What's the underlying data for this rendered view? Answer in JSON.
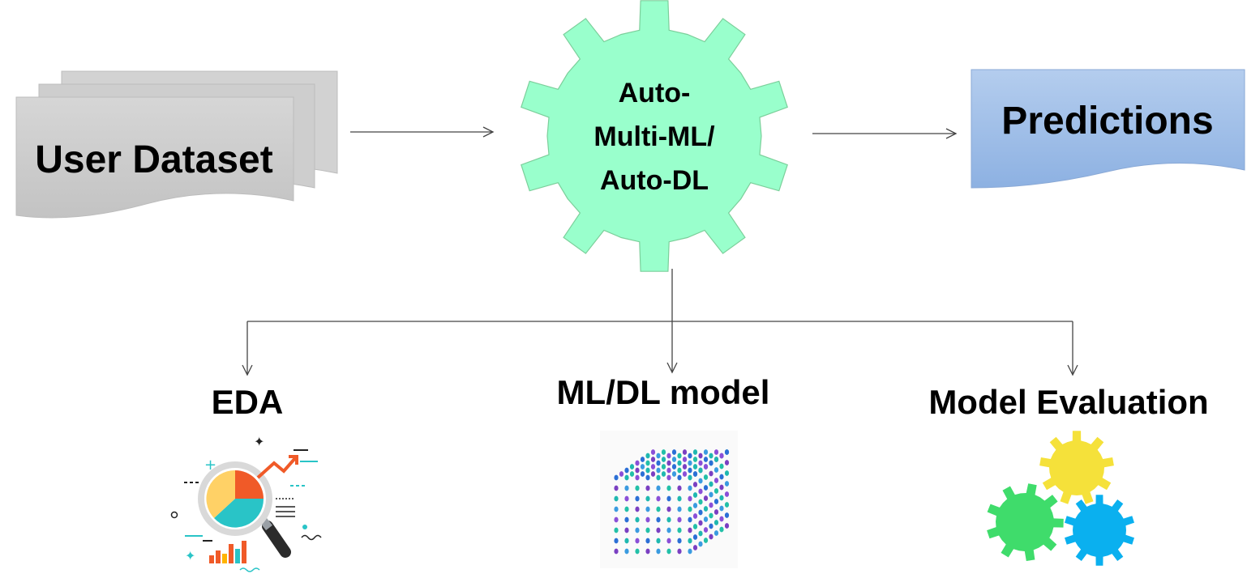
{
  "input": {
    "label": "User Dataset"
  },
  "engine": {
    "lines": [
      "Auto-",
      "Multi-ML/",
      "Auto-DL"
    ]
  },
  "output": {
    "label": "Predictions"
  },
  "outputs": [
    {
      "label": "EDA",
      "icon": "eda-analytics-icon"
    },
    {
      "label": "ML/DL model",
      "icon": "dot-cube-icon"
    },
    {
      "label": "Model Evaluation",
      "icon": "gears-icon"
    }
  ],
  "colors": {
    "document_fill": "#cfcfcf",
    "gear_fill": "#99ffcc",
    "predictions_fill_top": "#b4cdee",
    "predictions_fill_bottom": "#8db1e2"
  }
}
